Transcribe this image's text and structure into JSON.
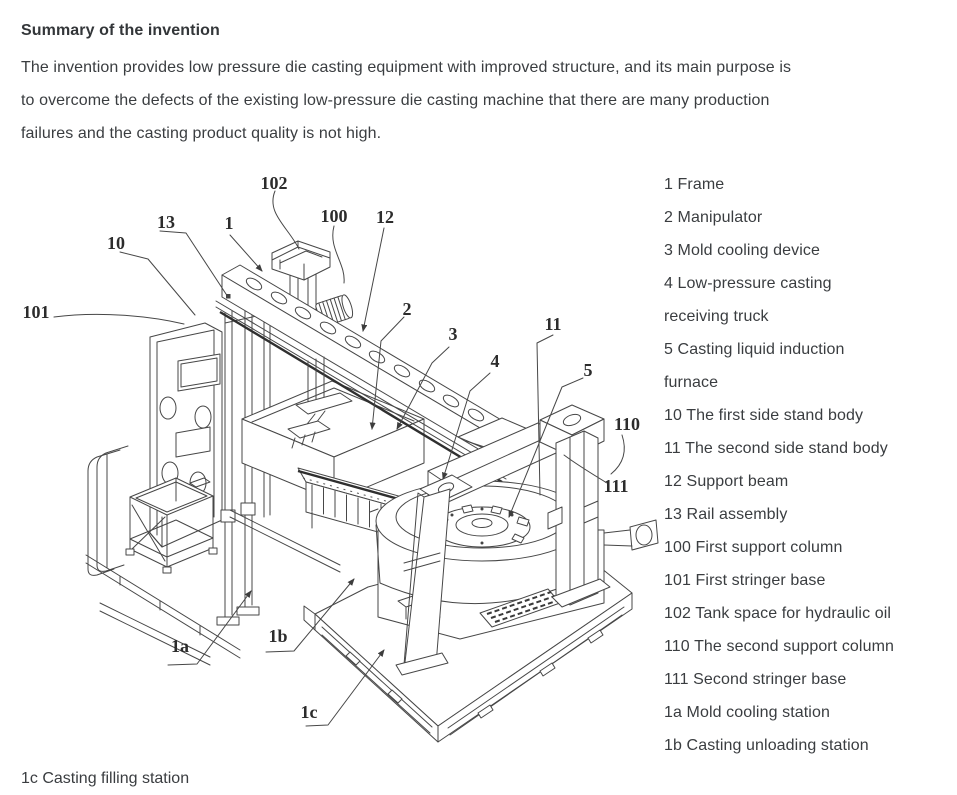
{
  "document": {
    "section_title": "Summary of the invention",
    "paragraph_lines": [
      "The invention provides low pressure die casting equipment with improved structure, and its main purpose is",
      "to overcome the defects of the existing low-pressure die casting machine that there are many production",
      "failures and the casting product quality is not high."
    ],
    "footer_note": "1c Casting filling station"
  },
  "figure": {
    "callouts": [
      {
        "id": "102",
        "label": "102"
      },
      {
        "id": "13",
        "label": "13"
      },
      {
        "id": "1",
        "label": "1"
      },
      {
        "id": "100",
        "label": "100"
      },
      {
        "id": "12",
        "label": "12"
      },
      {
        "id": "10",
        "label": "10"
      },
      {
        "id": "101",
        "label": "101"
      },
      {
        "id": "2",
        "label": "2"
      },
      {
        "id": "3",
        "label": "3"
      },
      {
        "id": "4",
        "label": "4"
      },
      {
        "id": "11",
        "label": "11"
      },
      {
        "id": "5",
        "label": "5"
      },
      {
        "id": "110",
        "label": "110"
      },
      {
        "id": "111",
        "label": "111"
      },
      {
        "id": "1a",
        "label": "1a"
      },
      {
        "id": "1b",
        "label": "1b"
      },
      {
        "id": "1c",
        "label": "1c"
      }
    ]
  },
  "legend": {
    "lines": [
      "1 Frame",
      "2 Manipulator",
      "3 Mold cooling device",
      "4 Low-pressure casting",
      "receiving truck",
      "5 Casting liquid induction",
      "furnace",
      "10 The first side stand body",
      "11 The second side stand body",
      "12 Support beam",
      "13 Rail assembly",
      "100 First support column",
      "101 First stringer base",
      "102 Tank space for hydraulic oil",
      "110 The second support column",
      "111 Second stringer base",
      "1a Mold cooling station",
      "1b Casting unloading station"
    ]
  }
}
